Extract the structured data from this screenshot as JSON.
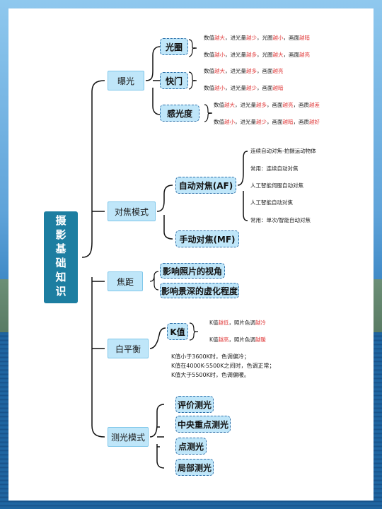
{
  "root": {
    "label": "摄影基础知识"
  },
  "exposure": {
    "label": "曝光",
    "aperture": {
      "label": "光圈",
      "rows": [
        [
          "数值",
          "越大",
          "，进光量",
          "越少",
          "，光圈",
          "越小",
          "，画面",
          "越暗"
        ],
        [
          "数值",
          "越小",
          "，进光量",
          "越多",
          "，光圈",
          "越大",
          "，画面",
          "越亮"
        ]
      ]
    },
    "shutter": {
      "label": "快门",
      "rows": [
        [
          "数值",
          "越大",
          "，进光量",
          "越多",
          "，画面",
          "越亮"
        ],
        [
          "数值",
          "越小",
          "，进光量",
          "越少",
          "，画面",
          "越暗"
        ]
      ]
    },
    "iso": {
      "label": "感光度",
      "rows": [
        [
          "数值",
          "越大",
          "，进光量",
          "越多",
          "，画面",
          "越亮",
          "，画质",
          "越差"
        ],
        [
          "数值",
          "越小",
          "，进光量",
          "越少",
          "，画面",
          "越暗",
          "，画质",
          "越好"
        ]
      ]
    }
  },
  "focus_mode": {
    "label": "对焦模式",
    "af": {
      "label": "自动对焦(AF)",
      "items": [
        "连续自动对焦-拍摄运动物体",
        "常用：连续自动对焦",
        "人工智能伺服自动对焦",
        "人工智能自动对焦",
        "常用：单次/智能自动对焦"
      ]
    },
    "mf": {
      "label": "手动对焦(MF)"
    }
  },
  "focal_length": {
    "label": "焦距",
    "items": [
      "影响照片的视角",
      "影响景深的虚化程度"
    ]
  },
  "white_balance": {
    "label": "白平衡",
    "k": {
      "label": "K值",
      "rows": [
        [
          "K值",
          "越低",
          "，照片色调",
          "越冷"
        ],
        [
          "K值",
          "越高",
          "，照片色调",
          "越暖"
        ]
      ]
    },
    "notes": [
      "K值小于3600K时，色调偏冷；",
      "K值在4000K-5500K之间时，色调正常；",
      "K值大于5500K时，色调偏暖。"
    ]
  },
  "metering": {
    "label": "测光模式",
    "items": [
      "评价测光",
      "中央重点测光",
      "点测光",
      "局部测光"
    ]
  }
}
